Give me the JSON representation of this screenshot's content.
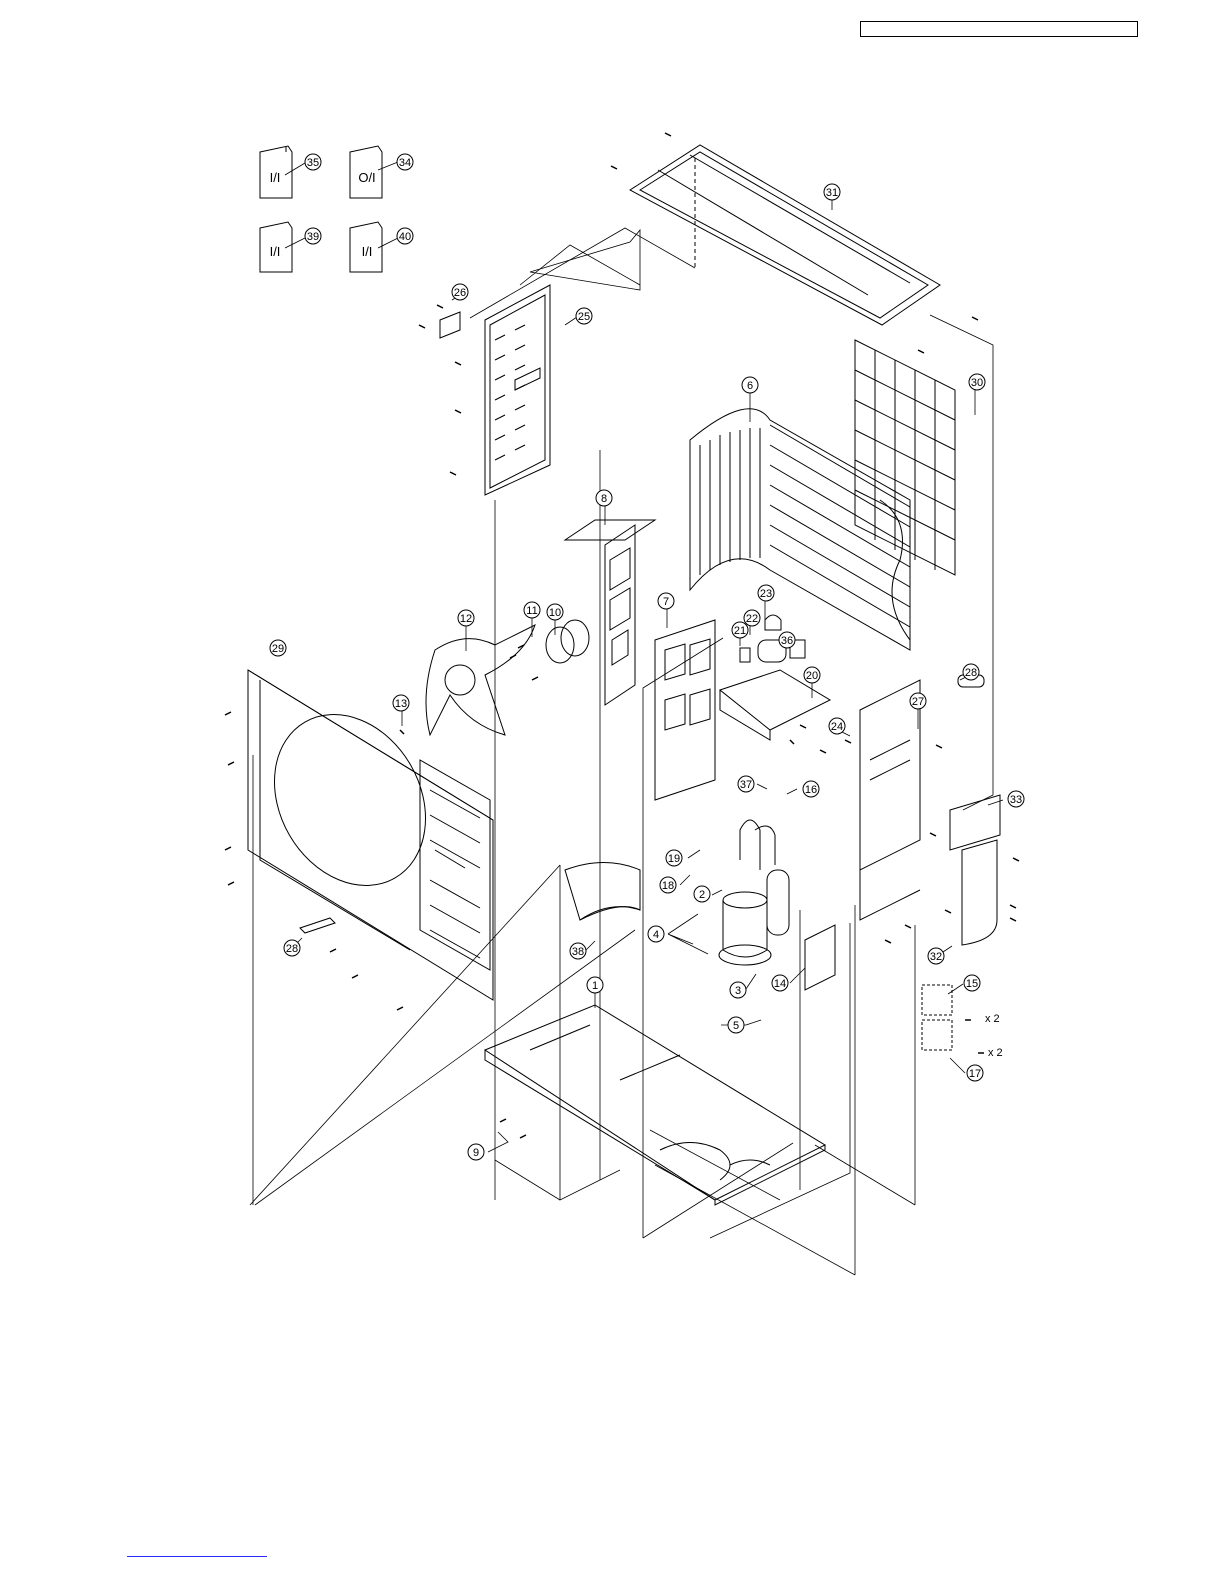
{
  "page": {
    "background": "#ffffff",
    "line_color": "#000000"
  },
  "header": {
    "label_box_text": ""
  },
  "documents": [
    {
      "text": "I/I",
      "callout": "35"
    },
    {
      "text": "O/I",
      "callout": "34"
    },
    {
      "text": "I/I",
      "callout": "39"
    },
    {
      "text": "I/I",
      "callout": "40"
    }
  ],
  "callouts": [
    "1",
    "2",
    "3",
    "4",
    "5",
    "6",
    "7",
    "8",
    "9",
    "10",
    "11",
    "12",
    "13",
    "14",
    "15",
    "16",
    "17",
    "18",
    "19",
    "20",
    "21",
    "22",
    "23",
    "24",
    "25",
    "26",
    "27",
    "28",
    "28",
    "29",
    "30",
    "31",
    "32",
    "33",
    "36",
    "37",
    "38"
  ],
  "quantity_labels": [
    "x 2",
    "x 2"
  ],
  "footer": {
    "link_color": "#2a2aff"
  }
}
